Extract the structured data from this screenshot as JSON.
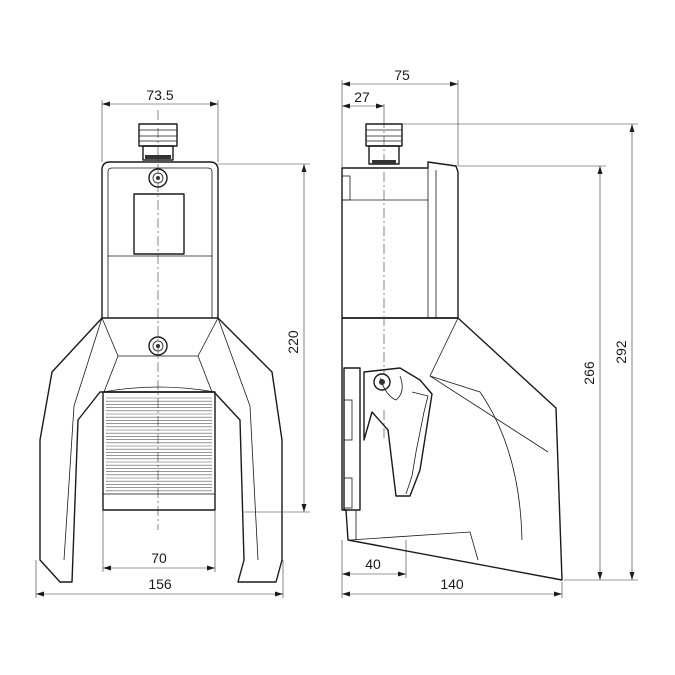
{
  "drawing": {
    "front_view": {
      "top_width": "73.5",
      "height": "220",
      "pedal_width": "70",
      "overall_width": "156"
    },
    "side_view": {
      "top_width": "75",
      "gland_offset": "27",
      "height_inner": "266",
      "height_overall": "292",
      "base_offset": "40",
      "overall_depth": "140"
    }
  }
}
